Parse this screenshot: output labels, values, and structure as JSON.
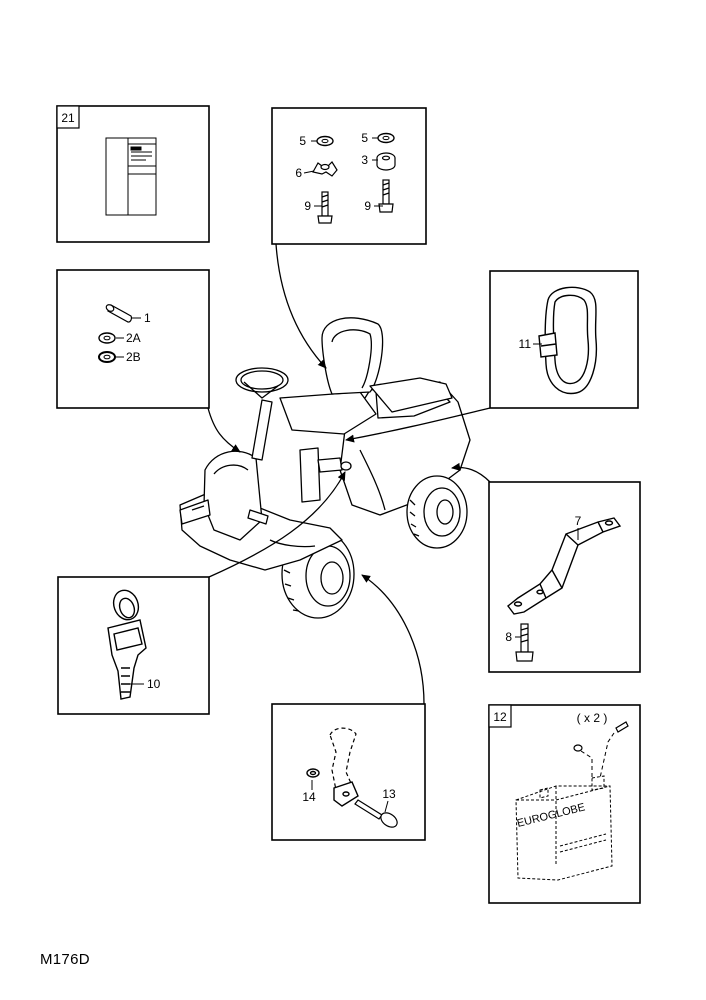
{
  "drawing_code": "M176D",
  "panels": {
    "manual": {
      "box_number": "21"
    },
    "seat_fasteners": {
      "labels": [
        "5",
        "6",
        "9",
        "5",
        "3",
        "9"
      ]
    },
    "pins": {
      "labels": [
        "1",
        "2A",
        "2B"
      ]
    },
    "bump_stop": {
      "labels": [
        "11"
      ]
    },
    "bracket": {
      "labels": [
        "7",
        "8"
      ]
    },
    "key": {
      "labels": [
        "10"
      ]
    },
    "pedal": {
      "labels": [
        "14",
        "13"
      ]
    },
    "battery": {
      "box_number": "12",
      "quantity": "( x 2 )",
      "brand": "EUROGLOBE"
    }
  }
}
